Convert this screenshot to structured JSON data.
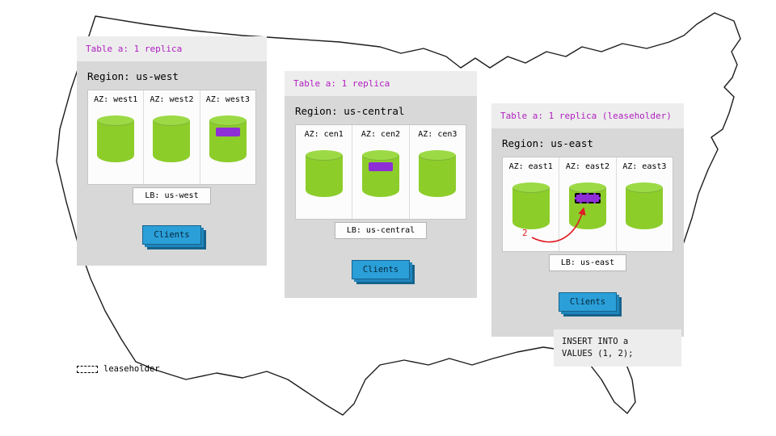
{
  "colors": {
    "purple_text": "#b01fc0",
    "range_purple": "#8e2ed6",
    "replica_green": "#8ccd2a",
    "replica_green_top": "#9cda45",
    "clients_blue": "#2b9fd8",
    "clients_blue_dark": "#16638c",
    "panel_gray": "#d8d8d8",
    "strip_gray": "#ededed",
    "arrow_red": "#e01b24"
  },
  "regions": [
    {
      "table_label": "Table a: 1 replica",
      "region_label": "Region: us-west",
      "azs": [
        {
          "label": "AZ: west1",
          "marker": "none"
        },
        {
          "label": "AZ: west2",
          "marker": "none"
        },
        {
          "label": "AZ: west3",
          "marker": "replica"
        }
      ],
      "lb_label": "LB: us-west",
      "clients_label": "Clients"
    },
    {
      "table_label": "Table a: 1 replica",
      "region_label": "Region: us-central",
      "azs": [
        {
          "label": "AZ: cen1",
          "marker": "none"
        },
        {
          "label": "AZ: cen2",
          "marker": "replica"
        },
        {
          "label": "AZ: cen3",
          "marker": "none"
        }
      ],
      "lb_label": "LB: us-central",
      "clients_label": "Clients"
    },
    {
      "table_label": "Table a: 1 replica (leaseholder)",
      "region_label": "Region: us-east",
      "azs": [
        {
          "label": "AZ: east1",
          "marker": "none"
        },
        {
          "label": "AZ: east2",
          "marker": "leaseholder"
        },
        {
          "label": "AZ: east3",
          "marker": "none"
        }
      ],
      "lb_label": "LB: us-east",
      "clients_label": "Clients"
    }
  ],
  "annotation": {
    "label": "2"
  },
  "insert_statement": {
    "line1": "INSERT INTO a",
    "line2": "VALUES (1, 2);"
  },
  "legend": {
    "label": "leaseholder"
  }
}
